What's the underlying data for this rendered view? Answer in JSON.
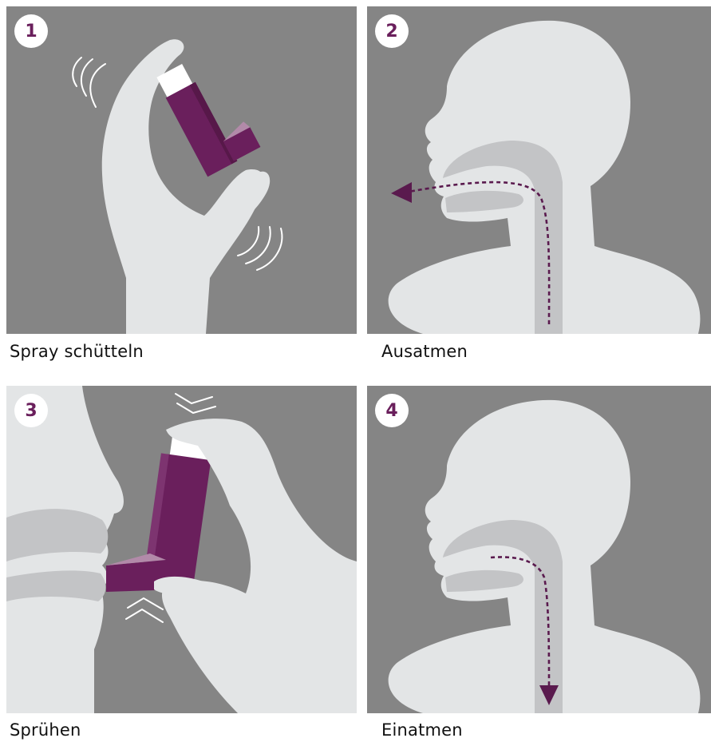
{
  "steps": [
    {
      "number": "1",
      "caption": "Spray schütteln"
    },
    {
      "number": "2",
      "caption": "Ausatmen"
    },
    {
      "number": "3",
      "caption": "Sprühen"
    },
    {
      "number": "4",
      "caption": "Einatmen"
    }
  ],
  "colors": {
    "panel_bg": "#858585",
    "body_light": "#e3e5e6",
    "airway": "#c3c4c6",
    "inhaler": "#6a1f5c",
    "inhaler_highlight": "#b28aa9",
    "cap": "#ffffff",
    "arrow": "#5a1a4e"
  }
}
